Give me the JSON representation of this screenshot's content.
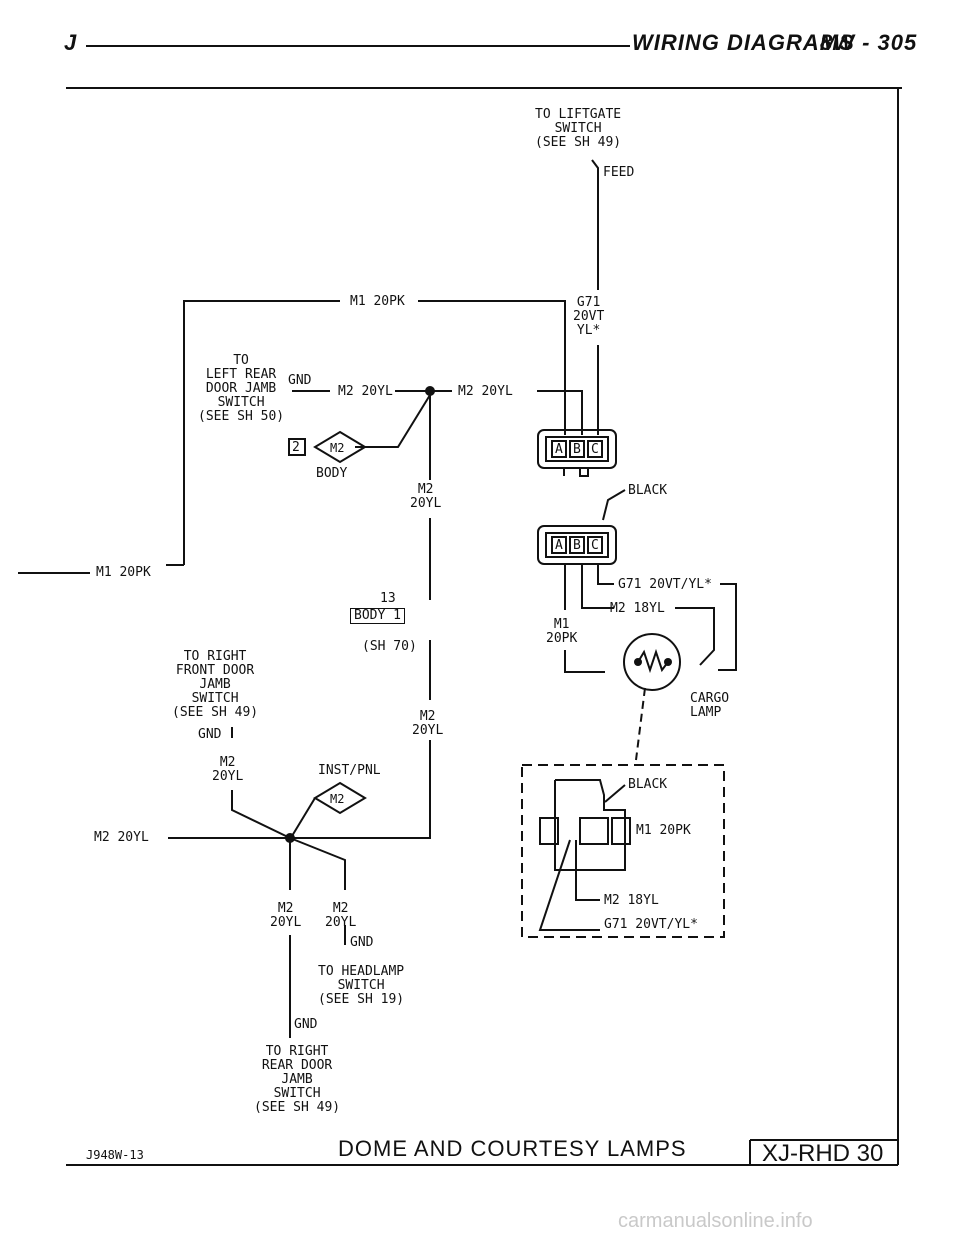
{
  "header": {
    "letter": "J",
    "section": "WIRING DIAGRAMS",
    "page": "8W - 305"
  },
  "labels": {
    "to_liftgate": "TO LIFTGATE\nSWITCH\n(SEE SH 49)",
    "feed": "FEED",
    "m1_20pk_top": "M1 20PK",
    "g71_20vt_yl": "G71\n20VT\nYL*",
    "to_left_rear": "TO\nLEFT REAR\nDOOR JAMB\nSWITCH\n(SEE SH 50)",
    "gnd_left": "GND",
    "m2_20yl_a": "M2 20YL",
    "m2_20yl_b": "M2 20YL",
    "splice_2": "2",
    "splice_m2": "M2",
    "body": "BODY",
    "m2_20yl_vert1": "M2\n20YL",
    "black_1": "BLACK",
    "conn_a": "A",
    "conn_b": "B",
    "conn_c": "C",
    "m1_20pk_left": "M1 20PK",
    "g71_20vt_yl_2": "G71 20VT/YL*",
    "m2_18yl": "M2 18YL",
    "m1_20pk_vert": "M1\n20PK",
    "conn_13": "13",
    "body_1": "BODY 1",
    "sh_70": "(SH 70)",
    "to_right_front": "TO RIGHT\nFRONT DOOR\nJAMB\nSWITCH\n(SEE SH 49)",
    "gnd_rf": "GND",
    "m2_20yl_vert2": "M2\n20YL",
    "cargo_lamp": "CARGO\nLAMP",
    "m2_20yl_vert3": "M2\n20YL",
    "inst_pnl": "INST/PNL",
    "splice_m2_b": "M2",
    "black_2": "BLACK",
    "m1_20pk_lamp": "M1 20PK",
    "m2_20yl_left": "M2 20YL",
    "m2_20yl_vert4": "M2\n20YL",
    "m2_20yl_vert5": "M2\n20YL",
    "gnd_hl": "GND",
    "m2_18yl_lamp": "M2 18YL",
    "g71_20vt_yl_lamp": "G71 20VT/YL*",
    "to_headlamp": "TO HEADLAMP\nSWITCH\n(SEE SH 19)",
    "gnd_rr": "GND",
    "to_right_rear": "TO RIGHT\nREAR DOOR\nJAMB\nSWITCH\n(SEE SH 49)"
  },
  "footer": {
    "code": "J948W-13",
    "title": "DOME AND COURTESY LAMPS",
    "sheet": "XJ-RHD 30"
  },
  "watermark": "carmanualsonline.info"
}
